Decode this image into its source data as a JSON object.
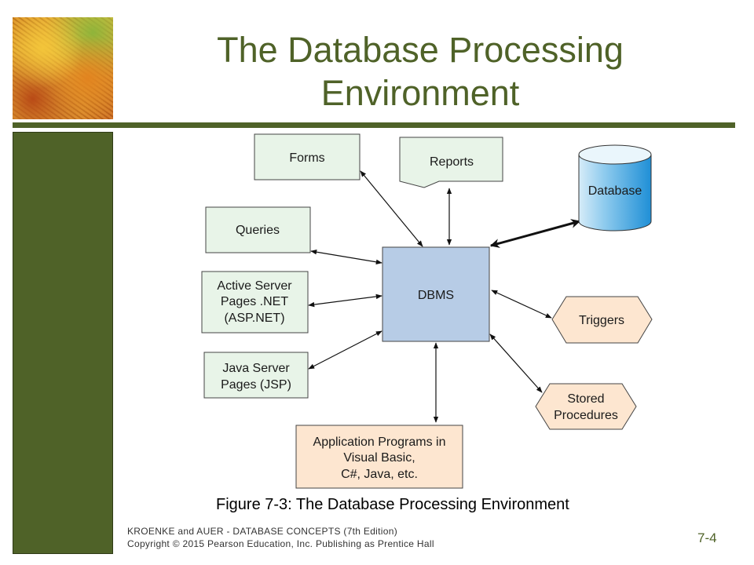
{
  "slide": {
    "title_line1": "The Database Processing",
    "title_line2": "Environment",
    "caption": "Figure 7-3:  The Database Processing Environment",
    "footer_line1": "KROENKE and AUER -  DATABASE CONCEPTS (7th Edition)",
    "footer_line2": "Copyright © 2015 Pearson Education, Inc. Publishing as Prentice Hall",
    "page_number": "7-4"
  },
  "diagram": {
    "center": "DBMS",
    "nodes": {
      "forms": "Forms",
      "reports": "Reports",
      "database": "Database",
      "queries": "Queries",
      "asp_line1": "Active Server",
      "asp_line2": "Pages .NET",
      "asp_line3": "(ASP.NET)",
      "jsp_line1": "Java Server",
      "jsp_line2": "Pages (JSP)",
      "triggers": "Triggers",
      "stored_line1": "Stored",
      "stored_line2": "Procedures",
      "app_line1": "Application Programs in",
      "app_line2": "Visual Basic,",
      "app_line3": "C#, Java, etc."
    },
    "colors": {
      "theme_green": "#4f6228",
      "client_fill": "#e8f4e8",
      "dbms_fill": "#b7cce6",
      "server_fill": "#fde6d0",
      "database_fill": "#49a8e0"
    }
  }
}
